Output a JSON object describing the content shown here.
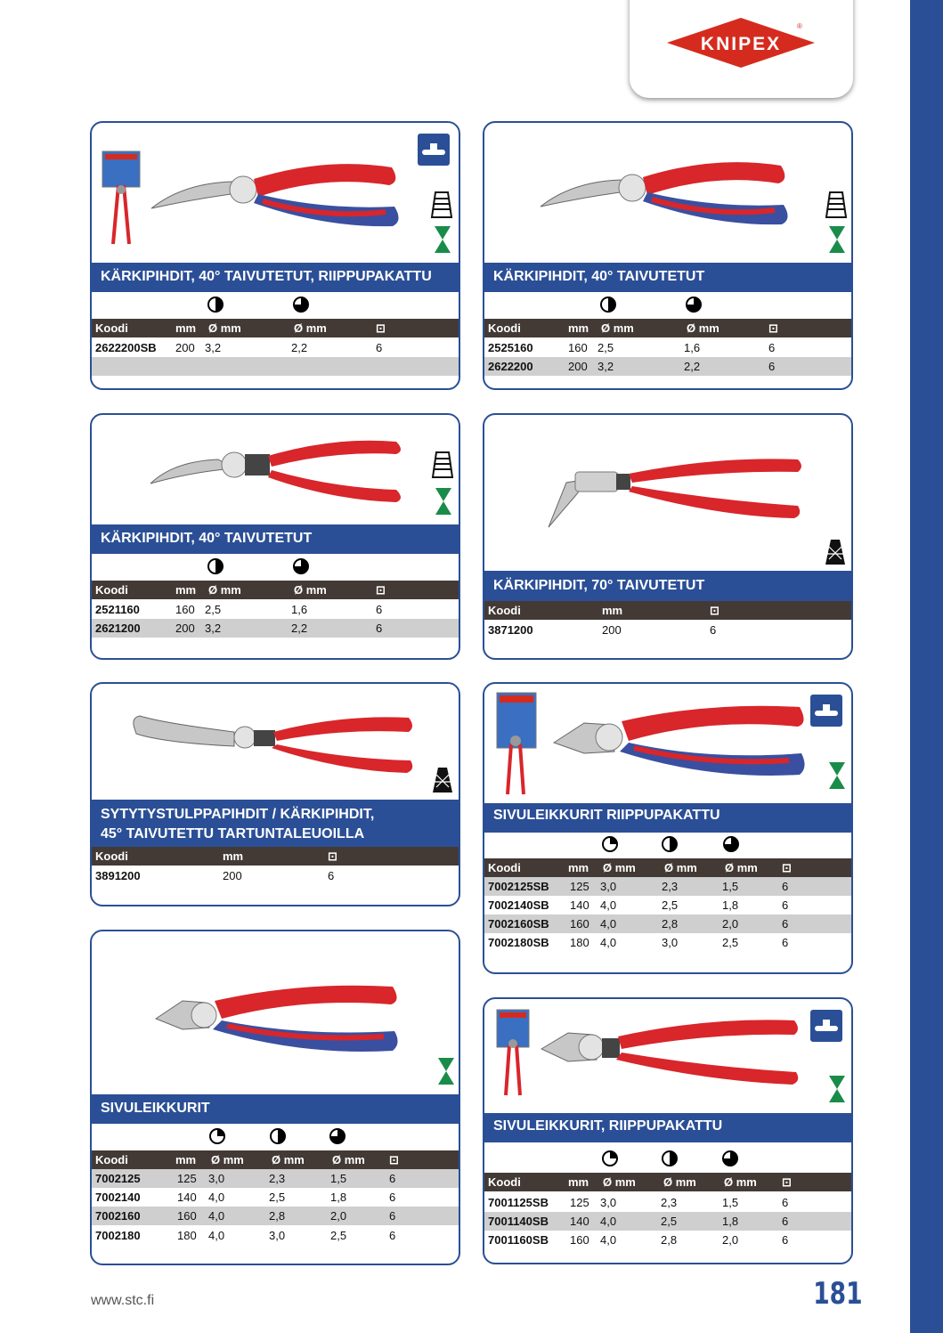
{
  "brand": {
    "logo_text": "KNIPEX"
  },
  "footer": {
    "url": "www.stc.fi",
    "page_number": "181"
  },
  "cards": [
    {
      "title": [
        "KÄRKIPIHDIT, 40° TAIVUTETUT, RIIPPUPAKATTU"
      ],
      "headers": [
        "Koodi",
        "mm",
        "Ø mm",
        "Ø mm",
        "⊡"
      ],
      "rows": [
        [
          "2622200SB",
          "200",
          "3,2",
          "2,2",
          "6"
        ],
        [
          "",
          "",
          "",
          "",
          ""
        ]
      ]
    },
    {
      "title": [
        "KÄRKIPIHDIT, 40° TAIVUTETUT"
      ],
      "headers": [
        "Koodi",
        "mm",
        "Ø mm",
        "Ø mm",
        "⊡"
      ],
      "rows": [
        [
          "2525160",
          "160",
          "2,5",
          "1,6",
          "6"
        ],
        [
          "2622200",
          "200",
          "3,2",
          "2,2",
          "6"
        ]
      ]
    },
    {
      "title": [
        "KÄRKIPIHDIT, 40° TAIVUTETUT"
      ],
      "headers": [
        "Koodi",
        "mm",
        "Ø mm",
        "Ø mm",
        "⊡"
      ],
      "rows": [
        [
          "2521160",
          "160",
          "2,5",
          "1,6",
          "6"
        ],
        [
          "2621200",
          "200",
          "3,2",
          "2,2",
          "6"
        ]
      ]
    },
    {
      "title": [
        "KÄRKIPIHDIT, 70° TAIVUTETUT"
      ],
      "headers": [
        "Koodi",
        "mm",
        "⊡"
      ],
      "rows": [
        [
          "3871200",
          "200",
          "6"
        ]
      ]
    },
    {
      "title": [
        "SYTYTYSTULPPAPIHDIT / KÄRKIPIHDIT,",
        "45° TAIVUTETTU TARTUNTALEUOILLA"
      ],
      "headers": [
        "Koodi",
        "mm",
        "⊡"
      ],
      "rows": [
        [
          "3891200",
          "200",
          "6"
        ]
      ]
    },
    {
      "title": [
        "SIVULEIKKURIT RIIPPUPAKATTU"
      ],
      "headers": [
        "Koodi",
        "mm",
        "Ø mm",
        "Ø mm",
        "Ø mm",
        "⊡"
      ],
      "rows": [
        [
          "7002125SB",
          "125",
          "3,0",
          "2,3",
          "1,5",
          "6"
        ],
        [
          "7002140SB",
          "140",
          "4,0",
          "2,5",
          "1,8",
          "6"
        ],
        [
          "7002160SB",
          "160",
          "4,0",
          "2,8",
          "2,0",
          "6"
        ],
        [
          "7002180SB",
          "180",
          "4,0",
          "3,0",
          "2,5",
          "6"
        ]
      ]
    },
    {
      "title": [
        "SIVULEIKKURIT"
      ],
      "headers": [
        "Koodi",
        "mm",
        "Ø mm",
        "Ø mm",
        "Ø mm",
        "⊡"
      ],
      "rows": [
        [
          "7002125",
          "125",
          "3,0",
          "2,3",
          "1,5",
          "6"
        ],
        [
          "7002140",
          "140",
          "4,0",
          "2,5",
          "1,8",
          "6"
        ],
        [
          "7002160",
          "160",
          "4,0",
          "2,8",
          "2,0",
          "6"
        ],
        [
          "7002180",
          "180",
          "4,0",
          "3,0",
          "2,5",
          "6"
        ]
      ]
    },
    {
      "title": [
        "SIVULEIKKURIT, RIIPPUPAKATTU"
      ],
      "headers": [
        "Koodi",
        "mm",
        "Ø mm",
        "Ø mm",
        "Ø mm",
        "⊡"
      ],
      "rows": [
        [
          "7001125SB",
          "125",
          "3,0",
          "2,3",
          "1,5",
          "6"
        ],
        [
          "7001140SB",
          "140",
          "4,0",
          "2,5",
          "1,8",
          "6"
        ],
        [
          "7001160SB",
          "160",
          "4,0",
          "2,8",
          "2,0",
          "6"
        ]
      ]
    }
  ],
  "icons": {
    "hardness": [
      "quarter-circle-icon",
      "half-circle-icon",
      "three-quarter-circle-icon"
    ],
    "product_images": [
      "bent-nose-pliers-comfort-handle",
      "bent-nose-pliers-plastic-handle",
      "70-degree-bent-pliers",
      "spark-plug-pliers",
      "diagonal-cutter-comfort-handle",
      "diagonal-cutter-plastic-handle"
    ],
    "side_badges": [
      "hanging-pack-icon",
      "serrated-jaw-icon",
      "cross-hatch-jaw-icon",
      "cutting-edge-icon"
    ]
  },
  "colors": {
    "brand_blue": "#2b4f96",
    "header_brown": "#433a35",
    "row_gray": "#cfcfcf",
    "knipex_red": "#d52b1e",
    "handle_red": "#d8262b",
    "handle_blue": "#3a4fa0"
  }
}
